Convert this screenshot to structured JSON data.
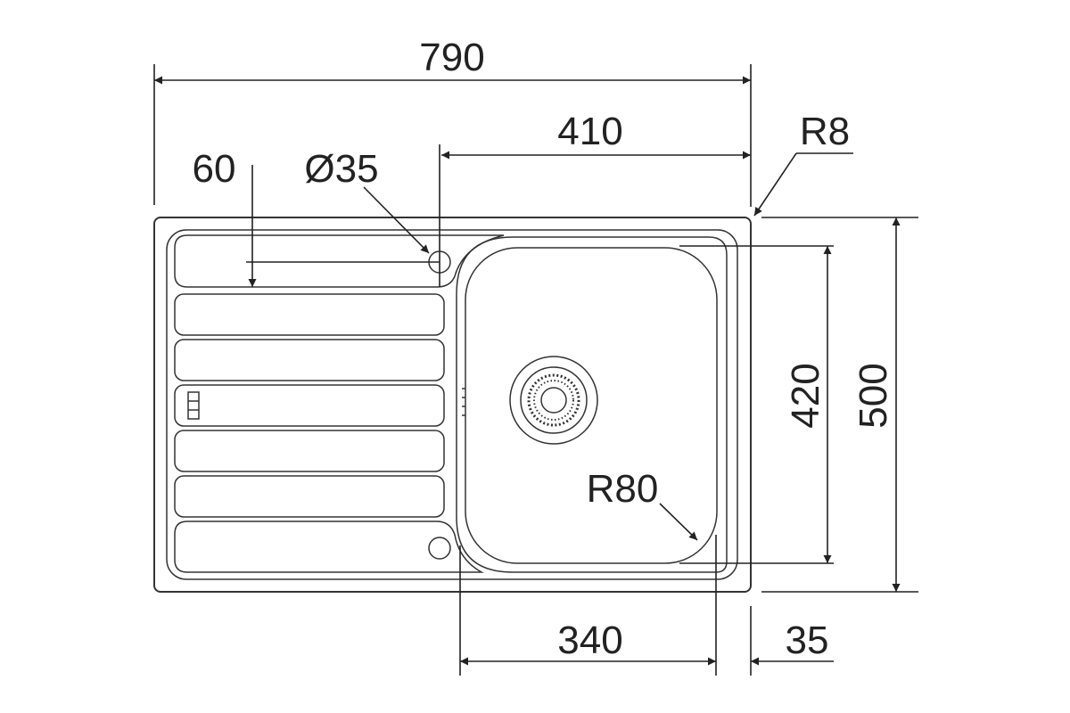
{
  "drawing": {
    "dimensions": {
      "overall_width": "790",
      "bowl_width_from_hole": "410",
      "corner_radius": "R8",
      "drainer_offset": "60",
      "tap_hole": "Ø35",
      "bowl_depth": "420",
      "overall_depth": "500",
      "bowl_radius": "R80",
      "bowl_length": "340",
      "bowl_edge_offset": "35"
    }
  }
}
